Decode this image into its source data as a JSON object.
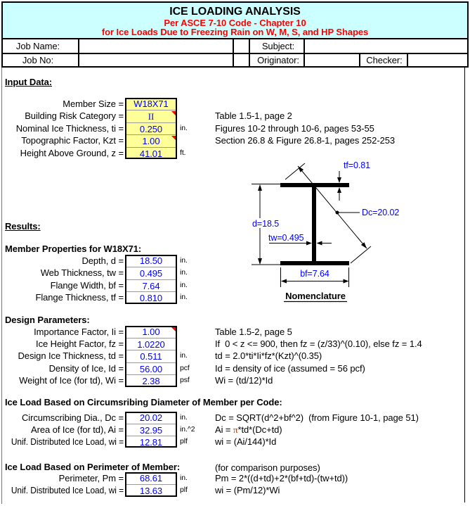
{
  "header": {
    "title": "ICE LOADING ANALYSIS",
    "subtitle1": "Per ASCE 7-10 Code - Chapter 10",
    "subtitle2": "for Ice Loads Due to Freezing Rain on W, M, S, and HP Shapes",
    "bg_color": "#CCFFFF",
    "subtitle_color": "#FF0000"
  },
  "job_info": {
    "job_name_label": "Job Name:",
    "job_no_label": "Job No:",
    "subject_label": "Subject:",
    "originator_label": "Originator:",
    "checker_label": "Checker:",
    "job_name_value": "",
    "job_no_value": "",
    "subject_value": "",
    "originator_value": "",
    "checker_value": ""
  },
  "colors": {
    "input_cell_bg": "#FFFF99",
    "value_text": "#0000FF",
    "comment_indicator": "#FF0000"
  },
  "sections": {
    "input": {
      "heading": "Input Data:",
      "rows": [
        {
          "label": "Member Size =",
          "value": "W18X71",
          "unit": "",
          "note": ""
        },
        {
          "label": "Building Risk Category =",
          "value": "II",
          "unit": "",
          "note": "Table 1.5-1, page 2"
        },
        {
          "label": "Nominal Ice Thickness, ti =",
          "value": "0.250",
          "unit": "in.",
          "note": "Figures 10-2 through 10-6, pages 53-55"
        },
        {
          "label": "Topographic Factor, Kzt =",
          "value": "1.00",
          "unit": "",
          "note": "Section 26.8 & Figure 26.8-1, pages 252-253"
        },
        {
          "label": "Height Above Ground, z =",
          "value": "41.01",
          "unit": "ft.",
          "note": ""
        }
      ]
    },
    "results": {
      "heading": "Results:",
      "subheading": "Member Properties for W18X71:",
      "rows": [
        {
          "label": "Depth, d =",
          "value": "18.50",
          "unit": "in."
        },
        {
          "label": "Web Thickness, tw =",
          "value": "0.495",
          "unit": "in."
        },
        {
          "label": "Flange Width, bf =",
          "value": "7.64",
          "unit": "in."
        },
        {
          "label": "Flange Thickness, tf =",
          "value": "0.810",
          "unit": "in."
        }
      ]
    },
    "design": {
      "heading": "Design Parameters:",
      "rows": [
        {
          "label": "Importance Factor, Ii =",
          "value": "1.00",
          "unit": "",
          "note": "Table 1.5-2, page 5"
        },
        {
          "label": "Ice Height Factor, fz =",
          "value": "1.0220",
          "unit": "",
          "note": "If  0 < z <= 900, then fz = (z/33)^(0.10), else fz = 1.4"
        },
        {
          "label": "Design Ice Thickness, td =",
          "value": "0.511",
          "unit": "in.",
          "note": "td = 2.0*ti*Ii*fz*(Kzt)^(0.35)"
        },
        {
          "label": "Density of Ice, Id =",
          "value": "56.00",
          "unit": "pcf",
          "note": "Id = density of ice (assumed = 56 pcf)"
        },
        {
          "label": "Weight of Ice (for td), Wi =",
          "value": "2.38",
          "unit": "psf",
          "note": "Wi = (td/12)*Id"
        }
      ]
    },
    "circumscribing": {
      "heading": "Ice Load Based on Circumsribing Diameter of Member per Code:",
      "rows": [
        {
          "label": "Circumscribing Dia., Dc =",
          "value": "20.02",
          "unit": "in.",
          "note": "Dc = SQRT(d^2+bf^2)  (from Figure 10-1, page 51)"
        },
        {
          "label": "Area of Ice (for td), Ai =",
          "value": "32.95",
          "unit": "in.^2",
          "note_pre": "Ai = ",
          "note_pi": "π",
          "note_post": "*td*(Dc+td)"
        },
        {
          "label": "Unif. Distributed Ice Load, wi =",
          "value": "12.81",
          "unit": "plf",
          "note": "wi = (Ai/144)*Id"
        }
      ]
    },
    "perimeter": {
      "heading": "Ice Load Based on Perimeter of Member:",
      "heading_note": "(for comparison purposes)",
      "rows": [
        {
          "label": "Perimeter, Pm =",
          "value": "68.61",
          "unit": "in.",
          "note": "Pm = 2*((d+td)+2*(bf+td)-(tw+td))"
        },
        {
          "label": "Unif. Distributed Ice Load, wi =",
          "value": "13.63",
          "unit": "plf",
          "note": "wi = (Pm/12)*Wi"
        }
      ]
    }
  },
  "diagram": {
    "caption": "Nomenclature",
    "labels": {
      "tf": "tf=0.81",
      "dc": "Dc=20.02",
      "d": "d=18.5",
      "tw": "tw=0.495",
      "bf": "bf=7.64"
    },
    "label_color": "#0000FF"
  }
}
